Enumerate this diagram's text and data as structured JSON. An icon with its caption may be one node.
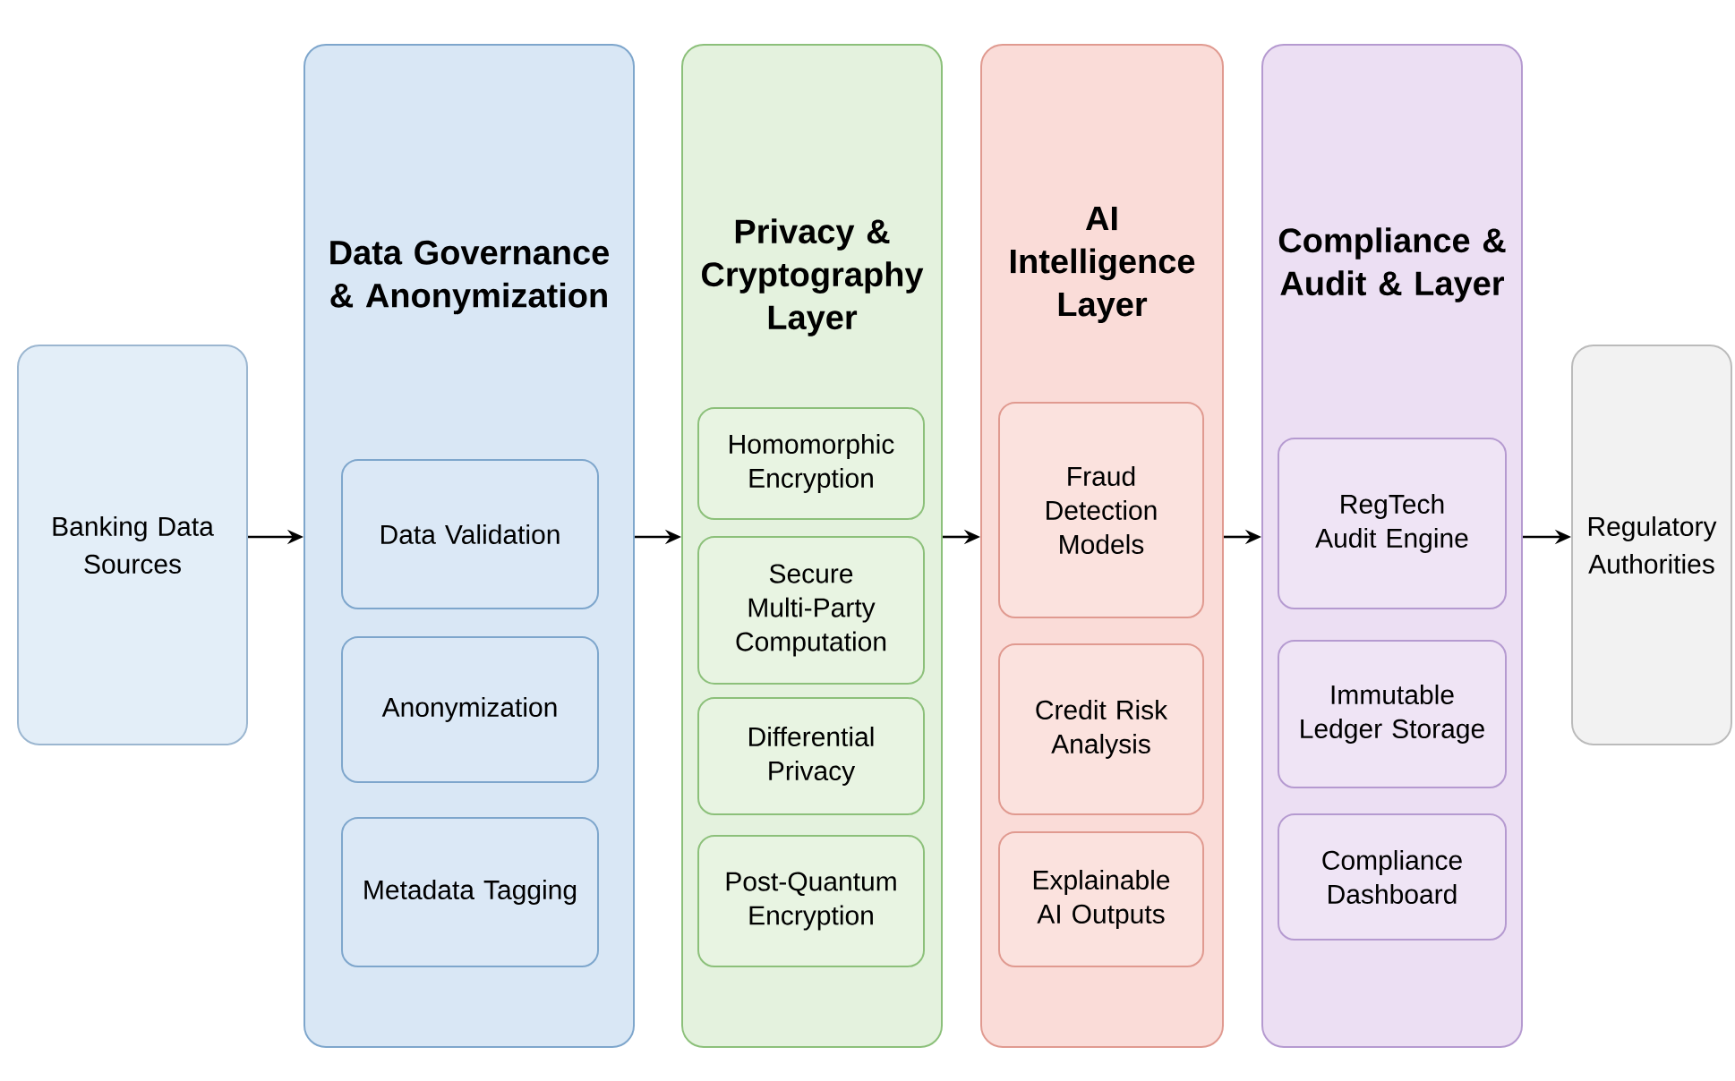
{
  "diagram": {
    "nodes": [
      {
        "text": [
          "Banking Data Sources"
        ]
      },
      {
        "text": [
          "Data Governance & Anonymization"
        ]
      },
      {
        "text": [
          "Data Validation"
        ],
        "in": 1
      },
      {
        "text": [
          "Anonymization"
        ],
        "in": 1
      },
      {
        "text": [
          "Metadata Tagging"
        ],
        "in": 1
      },
      {
        "text": [
          "Privacy & Cryptography Layer"
        ]
      },
      {
        "text": [
          "Homomorphic Encryption"
        ],
        "in": 5
      },
      {
        "text": [
          "Secure Multi-Party Computation"
        ],
        "in": 5
      },
      {
        "text": [
          "Differential Privacy"
        ],
        "in": 5
      },
      {
        "text": [
          "Post-Quantum Encryption"
        ],
        "in": 5
      },
      {
        "text": [
          "AI Intelligence Layer"
        ]
      },
      {
        "text": [
          "Fraud Detection Models"
        ],
        "in": 10
      },
      {
        "text": [
          "Credit Risk Analysis"
        ],
        "in": 10
      },
      {
        "text": [
          "Explainable AI Outputs"
        ],
        "in": 10
      },
      {
        "text": [
          "Compliance & Audit & Layer"
        ]
      },
      {
        "text": [
          "RegTech Audit Engine"
        ],
        "in": 14
      },
      {
        "text": [
          "Immutable Ledger Storage"
        ],
        "in": 14
      },
      {
        "text": [
          "Compliance Dashboard"
        ],
        "in": 14
      },
      {
        "text": [
          "Regulatory Authorities"
        ]
      }
    ],
    "edges": [
      {
        "from": 0,
        "to": 1,
        "arrow": "to"
      },
      {
        "from": 1,
        "to": 5,
        "arrow": "to"
      },
      {
        "from": 5,
        "to": 10,
        "arrow": "to"
      },
      {
        "from": 10,
        "to": 14,
        "arrow": "to"
      },
      {
        "from": 14,
        "to": 18,
        "arrow": "to"
      }
    ]
  }
}
